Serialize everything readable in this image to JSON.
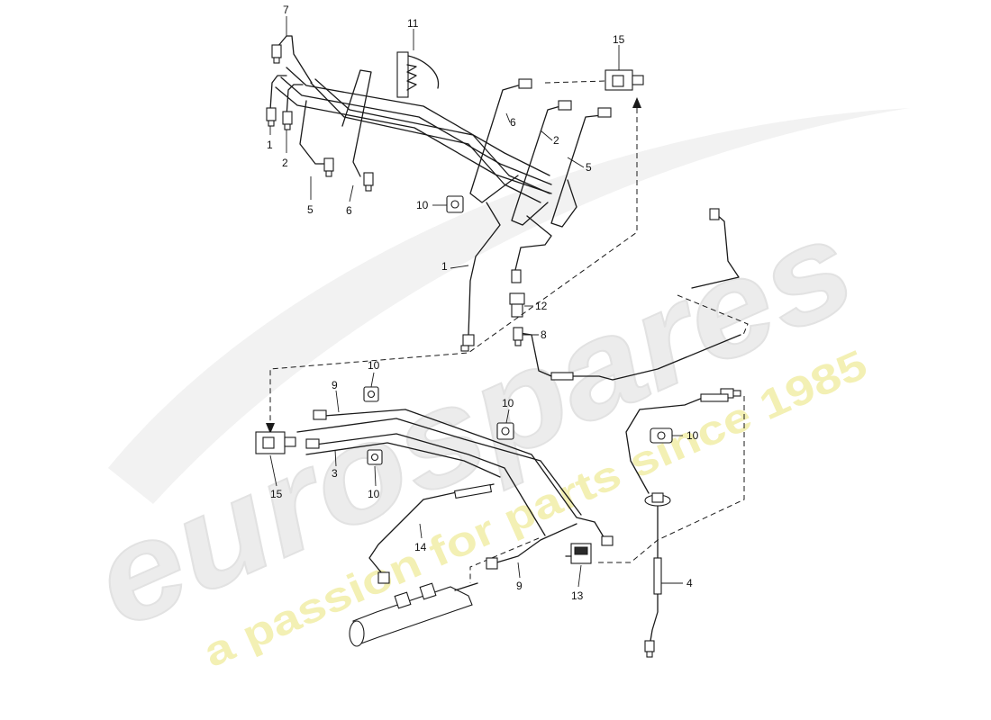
{
  "watermark": {
    "brand": "eurospares",
    "tagline": "a passion for parts since 1985",
    "colors": {
      "brand": "#e9e9e9",
      "tagline": "#f3f0a8"
    }
  },
  "callouts": [
    {
      "id": "c7",
      "label": "7"
    },
    {
      "id": "c11",
      "label": "11"
    },
    {
      "id": "c15a",
      "label": "15"
    },
    {
      "id": "c6a",
      "label": "6"
    },
    {
      "id": "c2a",
      "label": "2"
    },
    {
      "id": "c5a",
      "label": "5"
    },
    {
      "id": "c1a",
      "label": "1"
    },
    {
      "id": "c2b",
      "label": "2"
    },
    {
      "id": "c5b",
      "label": "5"
    },
    {
      "id": "c6b",
      "label": "6"
    },
    {
      "id": "c10a",
      "label": "10"
    },
    {
      "id": "c1b",
      "label": "1"
    },
    {
      "id": "c12",
      "label": "12"
    },
    {
      "id": "c8",
      "label": "8"
    },
    {
      "id": "c10b",
      "label": "10"
    },
    {
      "id": "c9a",
      "label": "9"
    },
    {
      "id": "c10c",
      "label": "10"
    },
    {
      "id": "c10d",
      "label": "10"
    },
    {
      "id": "c3",
      "label": "3"
    },
    {
      "id": "c10e",
      "label": "10"
    },
    {
      "id": "c15b",
      "label": "15"
    },
    {
      "id": "c14",
      "label": "14"
    },
    {
      "id": "c9b",
      "label": "9"
    },
    {
      "id": "c13",
      "label": "13"
    },
    {
      "id": "c4",
      "label": "4"
    }
  ]
}
